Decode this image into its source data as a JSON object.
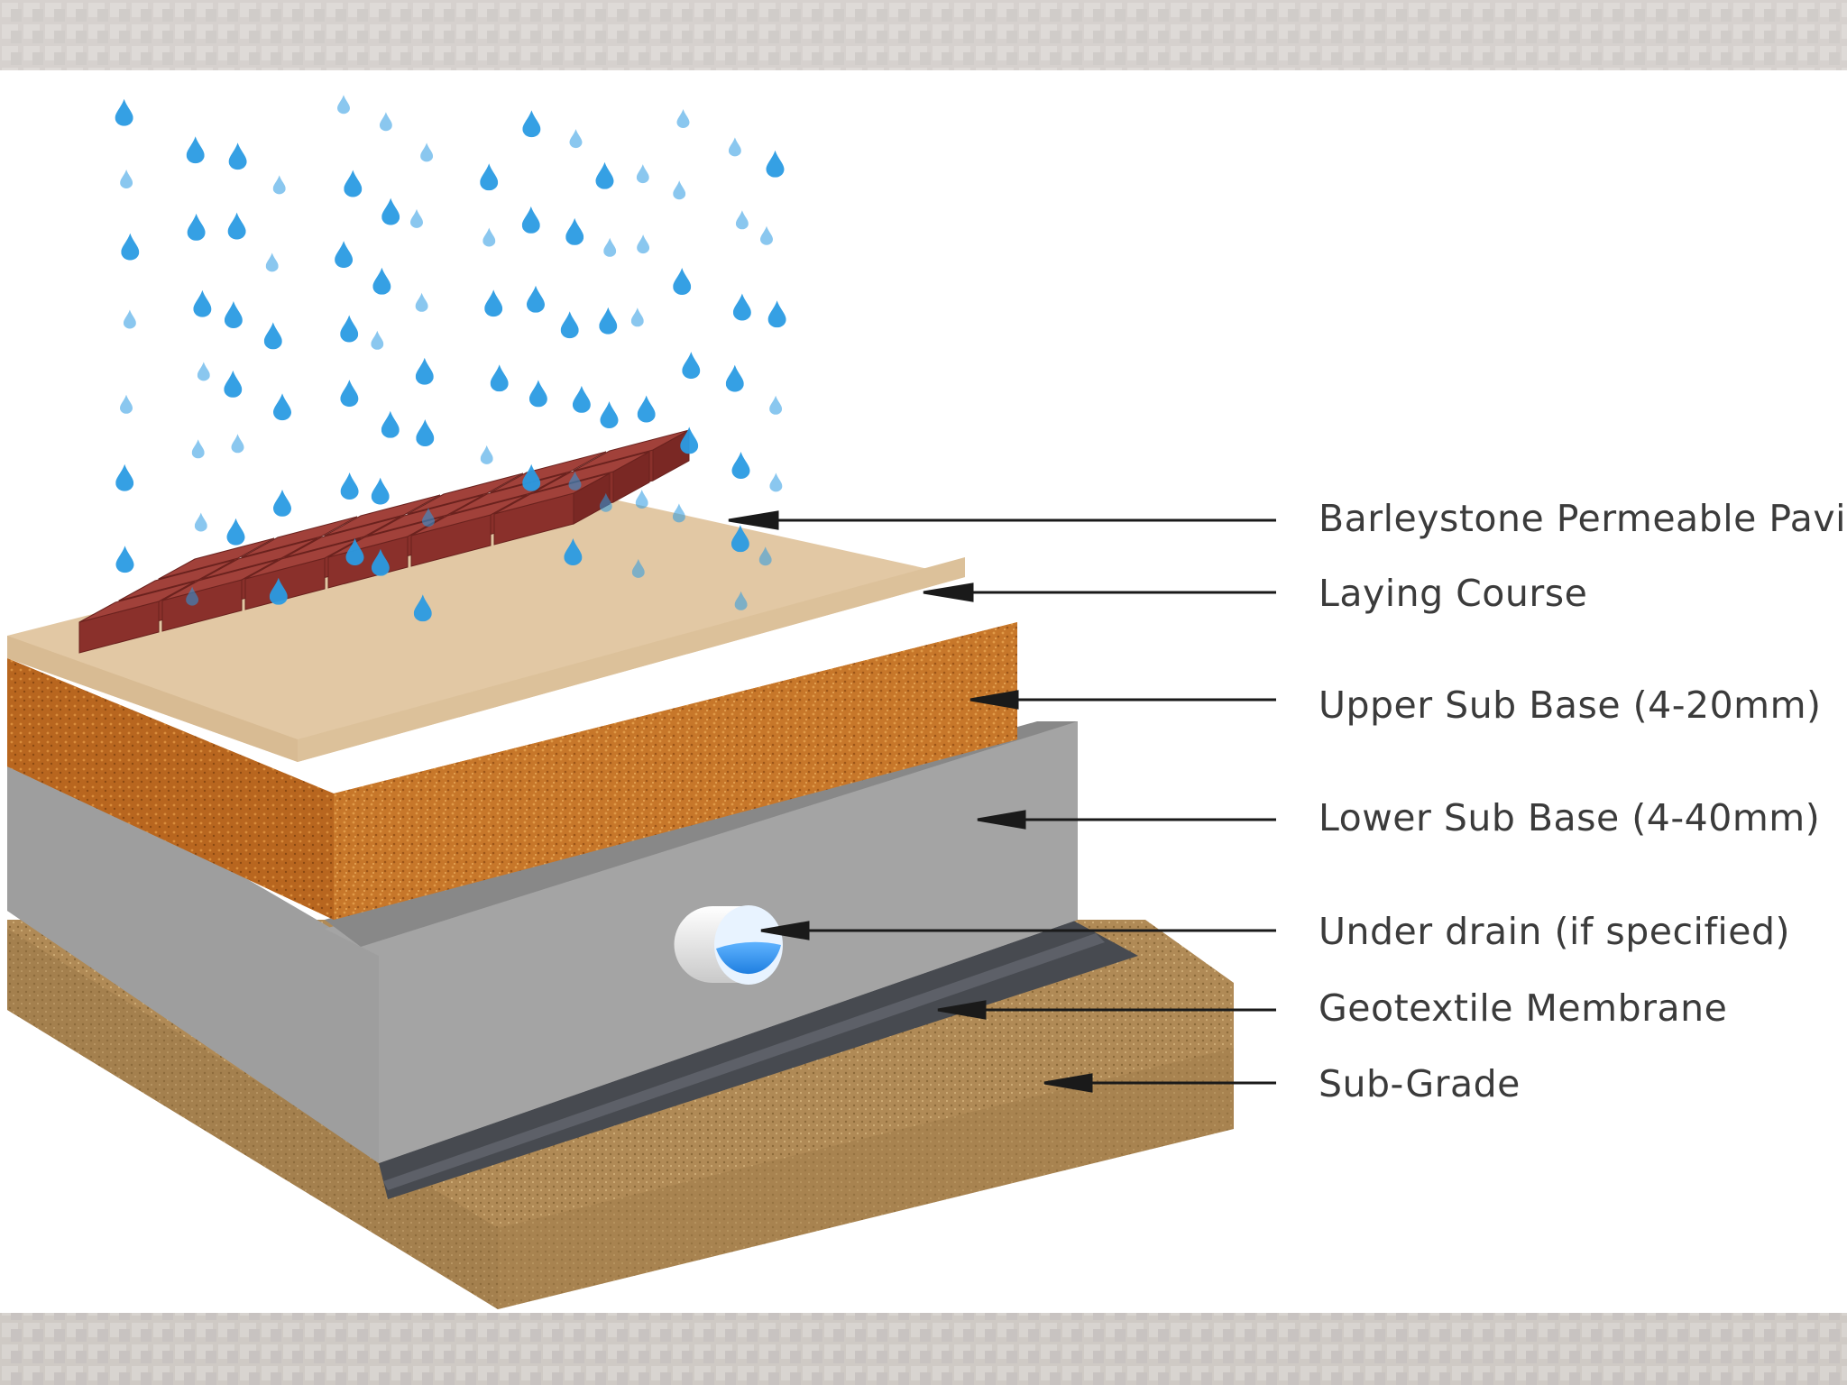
{
  "diagram": {
    "layers": [
      {
        "id": "paving",
        "label": "Barleystone Permeable Paving",
        "color": "#9c3a32"
      },
      {
        "id": "laying-course",
        "label": "Laying Course",
        "color": "#e4c9a6"
      },
      {
        "id": "upper-sub-base",
        "label": "Upper Sub Base (4-20mm)",
        "color": "#c97a2c"
      },
      {
        "id": "lower-sub-base",
        "label": "Lower Sub Base (4-40mm)",
        "color": "#a3a3a3"
      },
      {
        "id": "under-drain",
        "label": "Under drain (if specified)",
        "color": "#2f8ee6"
      },
      {
        "id": "geotextile",
        "label": "Geotextile Membrane",
        "color": "#4a4a4e"
      },
      {
        "id": "sub-grade",
        "label": "Sub-Grade",
        "color": "#b08a56"
      }
    ],
    "rain_color": "#2b9be3"
  }
}
